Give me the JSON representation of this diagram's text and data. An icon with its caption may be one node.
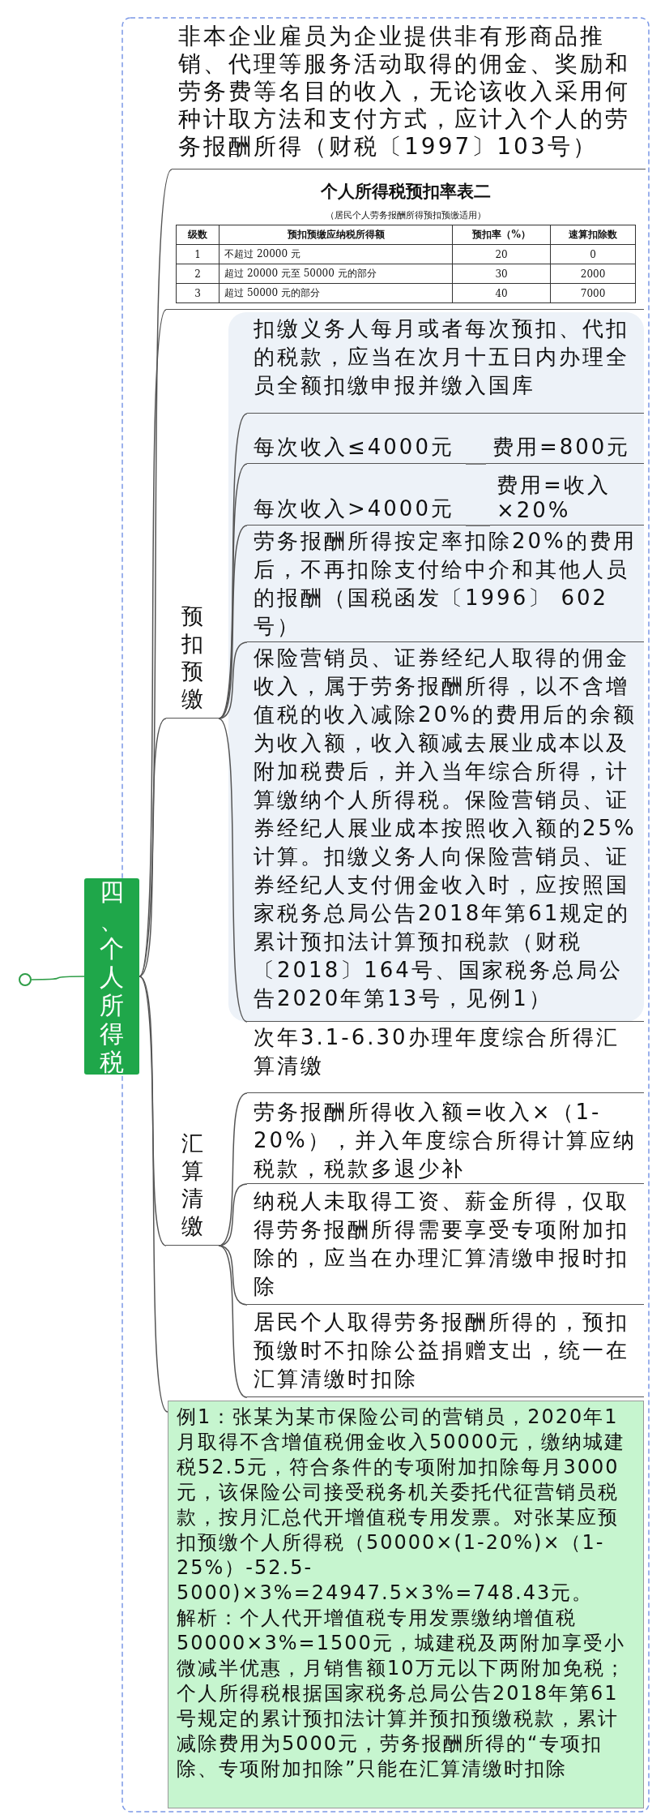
{
  "diagram": {
    "nodes": [
      {
        "text": [
          "四、个人所得税"
        ]
      },
      {
        "text": [],
        "shape": "circle"
      },
      {
        "text": [
          "非本企业雇员为企业提供非有形商品推销、代理等服务活动取得的佣金、奖励和劳务费等名目的收入，无论该收入采用何种计取方法和支付方式，应计入个人的劳务报酬所得（财税〔1997〕103号）"
        ]
      },
      {
        "text": [
          "个人所得税预扣率表二",
          "（居民个人劳务报酬所得预扣预缴适用）"
        ]
      },
      {
        "text": [
          "预扣预缴"
        ]
      },
      {
        "text": [
          "扣缴义务人每月或者每次预扣、代扣的税款，应当在次月十五日内办理全员全额扣缴申报并缴入国库"
        ]
      },
      {
        "text": [
          "每次收入≤4000元"
        ]
      },
      {
        "text": [
          "费用=800元"
        ]
      },
      {
        "text": [
          "每次收入>4000元"
        ]
      },
      {
        "text": [
          "费用=收入×20%"
        ]
      },
      {
        "text": [
          "劳务报酬所得按定率扣除20%的费用后，不再扣除支付给中介和其他人员的报酬（国税函发〔1996〕 602号）"
        ]
      },
      {
        "text": [
          "保险营销员、证券经纪人取得的佣金收入，属于劳务报酬所得，以不含增值税的收入减除20%的费用后的余额为收入额，收入额减去展业成本以及附加税费后，并入当年综合所得，计算缴纳个人所得税。保险营销员、证券经纪人展业成本按照收入额的25%计算。扣缴义务人向保险营销员、证券经纪人支付佣金收入时，应按照国家税务总局公告2018年第61规定的累计预扣法计算预扣税款（财税〔2018〕164号、国家税务总局公告2020年第13号，见例1）"
        ]
      },
      {
        "text": [
          "汇算清缴"
        ]
      },
      {
        "text": [
          "次年3.1-6.30办理年度综合所得汇算清缴"
        ]
      },
      {
        "text": [
          "劳务报酬所得收入额=收入×（1-20%），并入年度综合所得计算应纳税款，税款多退少补"
        ]
      },
      {
        "text": [
          "纳税人未取得工资、薪金所得，仅取得劳务报酬所得需要享受专项附加扣除的，应当在办理汇算清缴申报时扣除"
        ]
      },
      {
        "text": [
          "居民个人取得劳务报酬所得的，预扣预缴时不扣除公益捐赠支出，统一在汇算清缴时扣除"
        ]
      },
      {
        "text": [
          "例1：张某为某市保险公司的营销员，2020年1月取得不含增值税佣金收入50000元，缴纳城建税52.5元，符合条件的专项附加扣除每月3000元，该保险公司接受税务机关委托代征营销员税款，按月汇总代开增值税专用发票。对张某应预扣预缴个人所得税（50000×(1-20%)×（1-25%）-52.5-5000)×3%=24947.5×3%=748.43元。",
          "解析：个人代开增值税专用发票缴纳增值税50000×3%=1500元，城建税及两附加享受小微减半优惠，月销售额10万元以下两附加免税；个人所得税根据国家税务总局公告2018年第61号规定的累计预扣法计算并预扣预缴税款，累计减除费用为5000元，劳务报酬所得的“专项扣除、专项附加扣除”只能在汇算清缴时扣除"
        ]
      }
    ],
    "edges": [
      {
        "from": 1,
        "to": 0,
        "arrow": "none"
      },
      {
        "from": 0,
        "to": 2,
        "arrow": "none"
      },
      {
        "from": 0,
        "to": 3,
        "arrow": "none"
      },
      {
        "from": 0,
        "to": 4,
        "arrow": "none"
      },
      {
        "from": 4,
        "to": 5,
        "arrow": "none"
      },
      {
        "from": 4,
        "to": 6,
        "arrow": "none"
      },
      {
        "from": 6,
        "to": 7,
        "arrow": "none"
      },
      {
        "from": 4,
        "to": 8,
        "arrow": "none"
      },
      {
        "from": 8,
        "to": 9,
        "arrow": "none"
      },
      {
        "from": 4,
        "to": 10,
        "arrow": "none"
      },
      {
        "from": 4,
        "to": 11,
        "arrow": "none"
      },
      {
        "from": 0,
        "to": 12,
        "arrow": "none"
      },
      {
        "from": 12,
        "to": 13,
        "arrow": "none"
      },
      {
        "from": 12,
        "to": 14,
        "arrow": "none"
      },
      {
        "from": 12,
        "to": 15,
        "arrow": "none"
      },
      {
        "from": 12,
        "to": 16,
        "arrow": "none"
      },
      {
        "from": 0,
        "to": 17,
        "arrow": "none"
      }
    ],
    "labels": [
      "级数",
      "预扣预缴应纳税所得额",
      "预扣率（%）",
      "速算扣除数",
      "1",
      "不超过 20000 元",
      "20",
      "0",
      "2",
      "超过 20000 元至 50000 元的部分",
      "30",
      "2000",
      "3",
      "超过 50000 元的部分",
      "40",
      "7000"
    ]
  }
}
